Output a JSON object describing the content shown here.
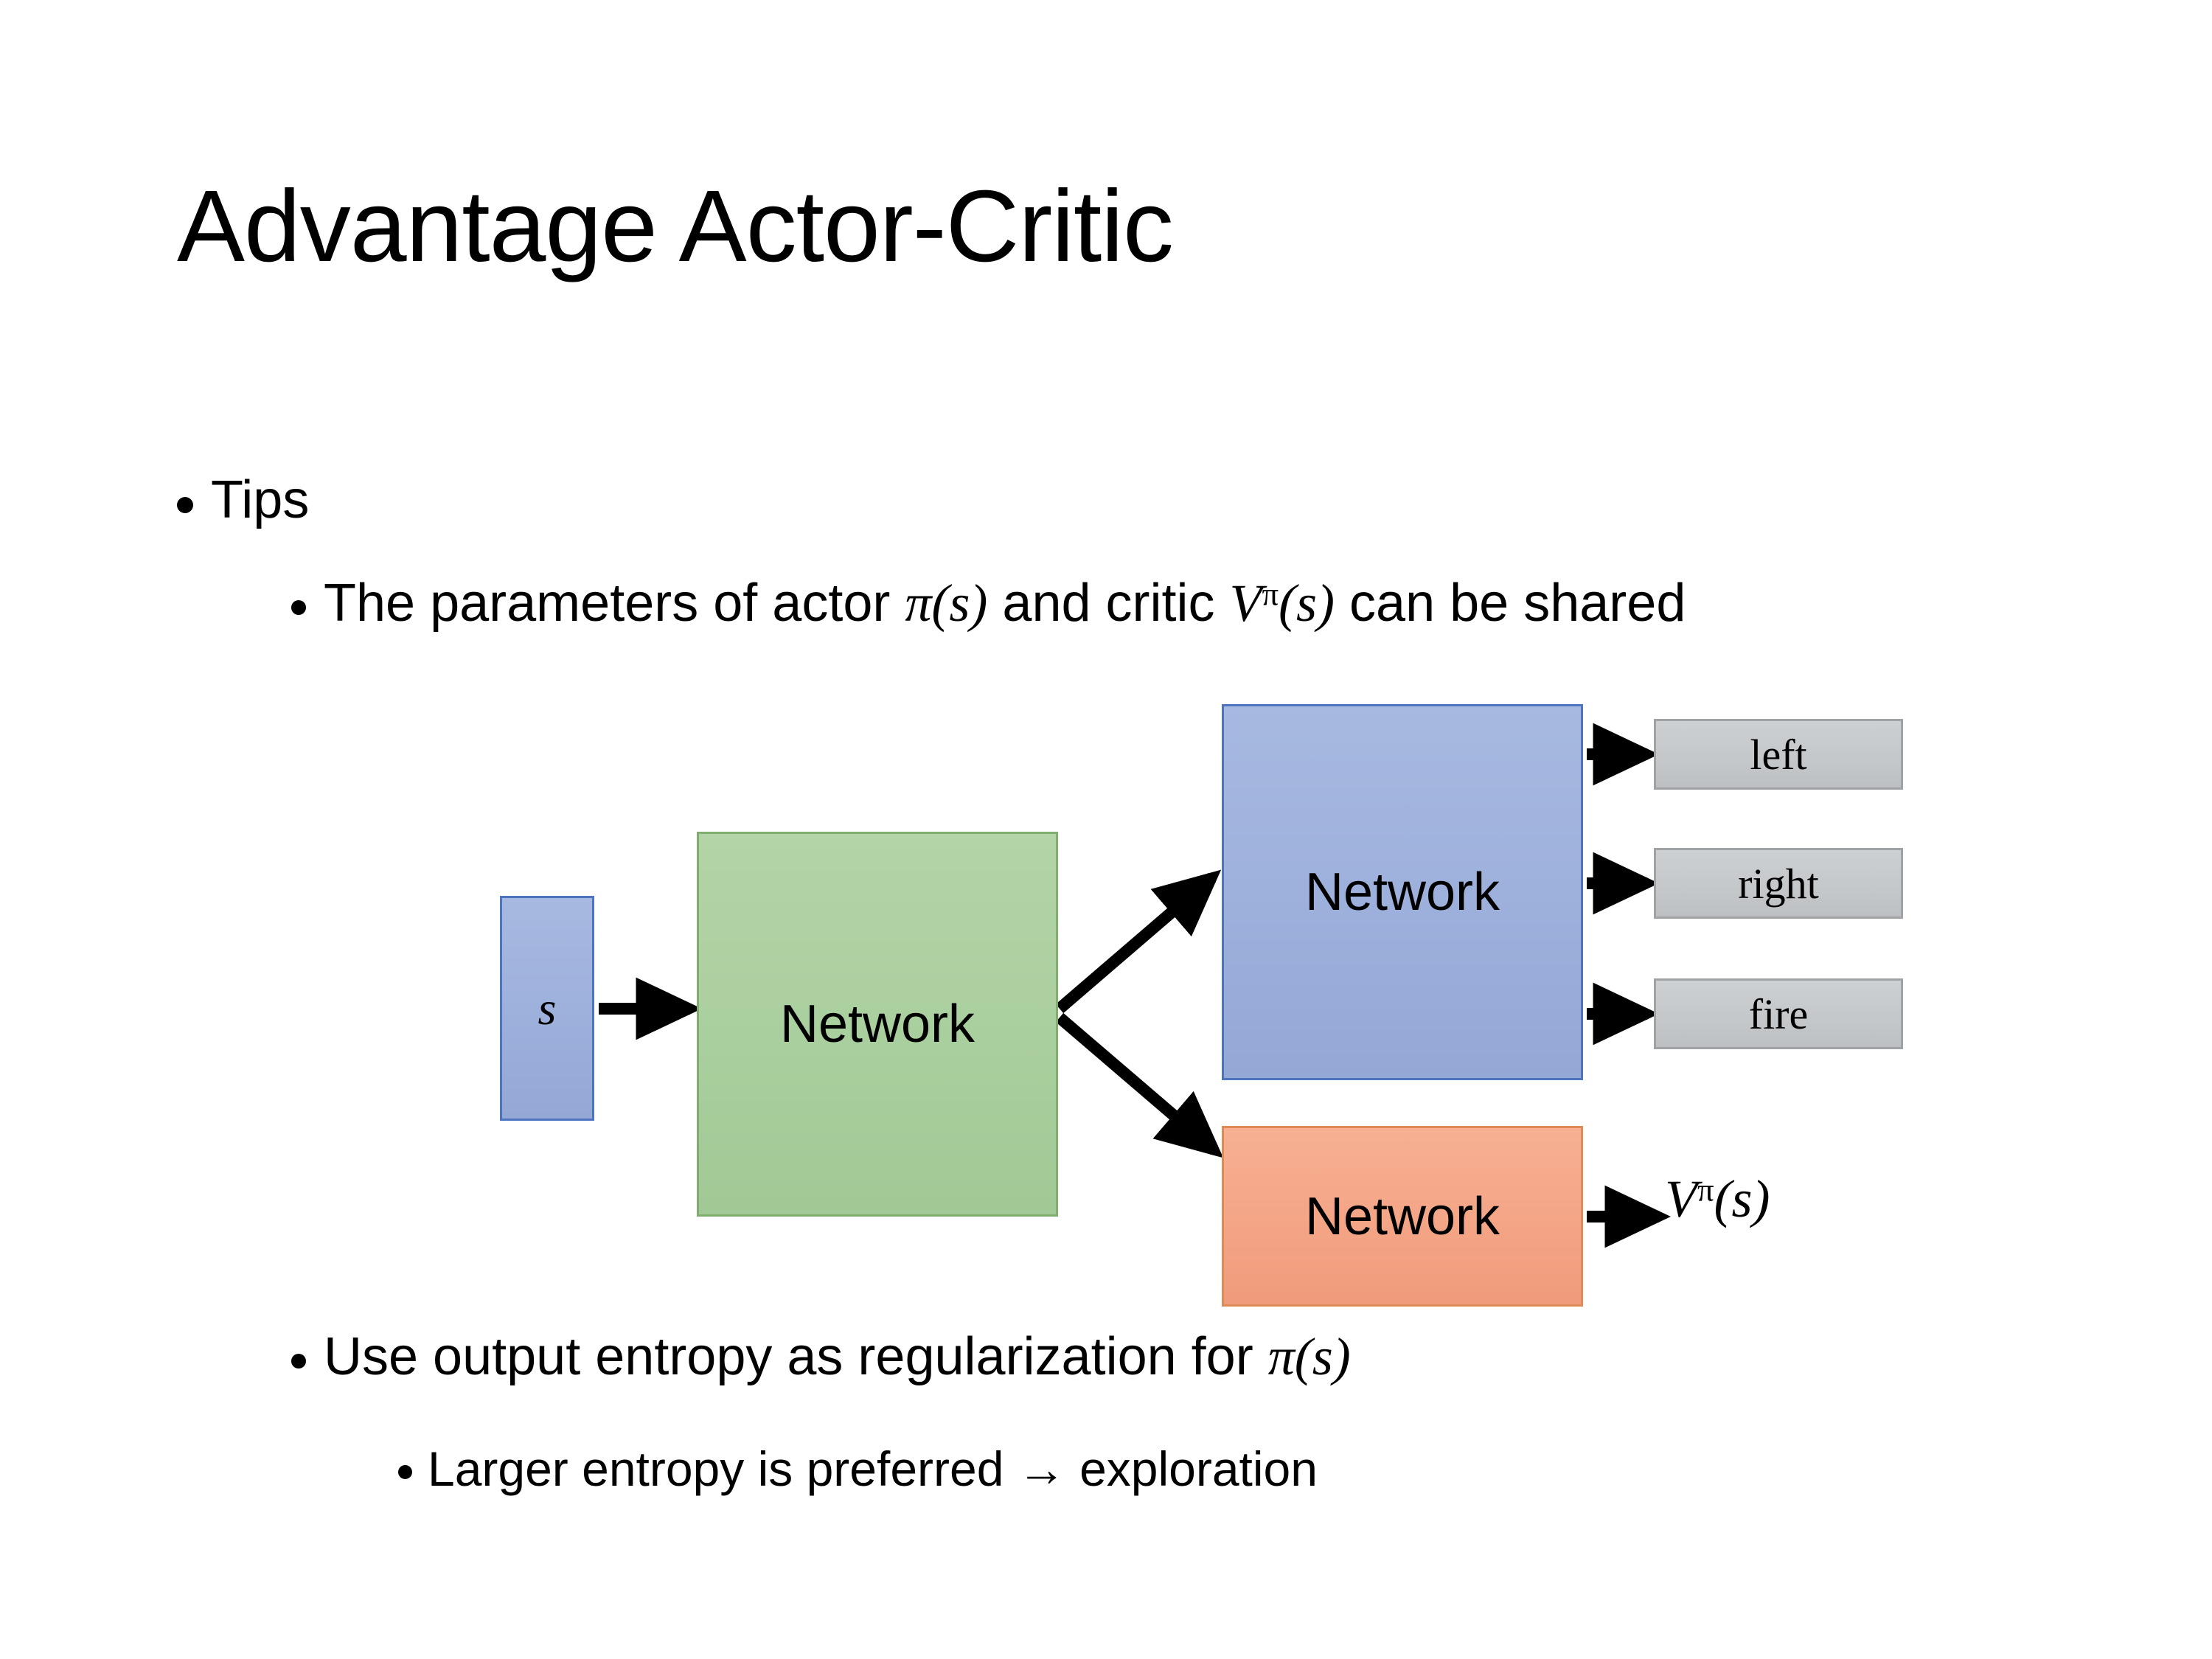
{
  "slide": {
    "title": "Advantage Actor-Critic",
    "background_color": "#FFFFFF"
  },
  "bullets": {
    "tips": "Tips",
    "parameters_line": {
      "prefix": "The parameters of actor ",
      "actor_symbol_base": "π",
      "actor_symbol_arg": "(s)",
      "middle": "  and critic ",
      "critic_symbol_base": "V",
      "critic_symbol_sup": "π",
      "critic_symbol_arg": "(s)",
      "suffix": " can be shared",
      "full_text": "The parameters of actor π(s)  and critic Vπ(s) can be shared"
    },
    "entropy_line": {
      "prefix": "Use output entropy as regularization for ",
      "symbol_base": "π",
      "symbol_arg": "(s)",
      "full_text": "Use output entropy as regularization for π(s)"
    },
    "larger_entropy": "Larger entropy is preferred → exploration"
  },
  "diagram": {
    "state_box": {
      "label": "s",
      "fill": "#9DB0DC",
      "border": "#4E74C0"
    },
    "shared_network": {
      "label": "Network",
      "fill": "#AACF9E",
      "border": "#7FAE6E"
    },
    "actor_network": {
      "label": "Network",
      "fill": "#9DB0DC",
      "border": "#4E74C0"
    },
    "critic_network": {
      "label": "Network",
      "fill": "#F4A586",
      "border": "#E08A55"
    },
    "actions": [
      {
        "label": "left",
        "fill": "#C5C8CA",
        "border": "#9FA3A6"
      },
      {
        "label": "right",
        "fill": "#C5C8CA",
        "border": "#9FA3A6"
      },
      {
        "label": "fire",
        "fill": "#C5C8CA",
        "border": "#9FA3A6"
      }
    ],
    "value_output": {
      "base": "V",
      "superscript": "π",
      "argument": "(s)",
      "full_text": "Vπ(s)"
    },
    "arrow_color": "#000000"
  }
}
